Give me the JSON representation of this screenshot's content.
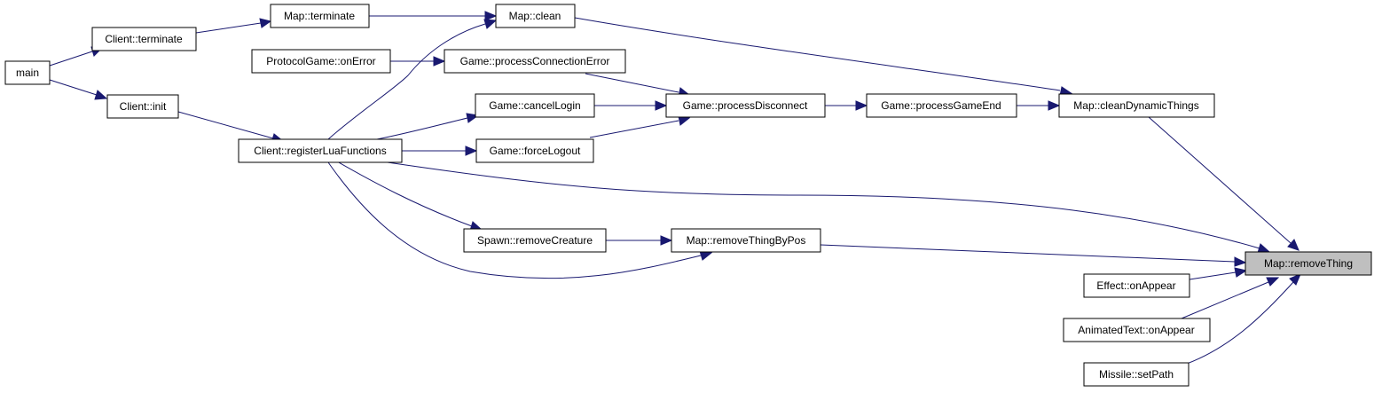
{
  "graph": {
    "edge_color": "#191970",
    "highlight_fill": "#bfbfbf",
    "nodes": {
      "main": "main",
      "client_terminate": "Client::terminate",
      "client_init": "Client::init",
      "map_terminate": "Map::terminate",
      "map_clean": "Map::clean",
      "protocolgame_onerror": "ProtocolGame::onError",
      "game_processconnectionerror": "Game::processConnectionError",
      "game_cancellogin": "Game::cancelLogin",
      "game_processdisconnect": "Game::processDisconnect",
      "game_processgameend": "Game::processGameEnd",
      "map_cleandynamicthings": "Map::cleanDynamicThings",
      "client_registerluafunctions": "Client::registerLuaFunctions",
      "game_forcelogout": "Game::forceLogout",
      "spawn_removecreature": "Spawn::removeCreature",
      "map_removethingbypos": "Map::removeThingByPos",
      "map_removething": "Map::removeThing",
      "effect_onappear": "Effect::onAppear",
      "animatedtext_onappear": "AnimatedText::onAppear",
      "missile_setpath": "Missile::setPath"
    }
  }
}
